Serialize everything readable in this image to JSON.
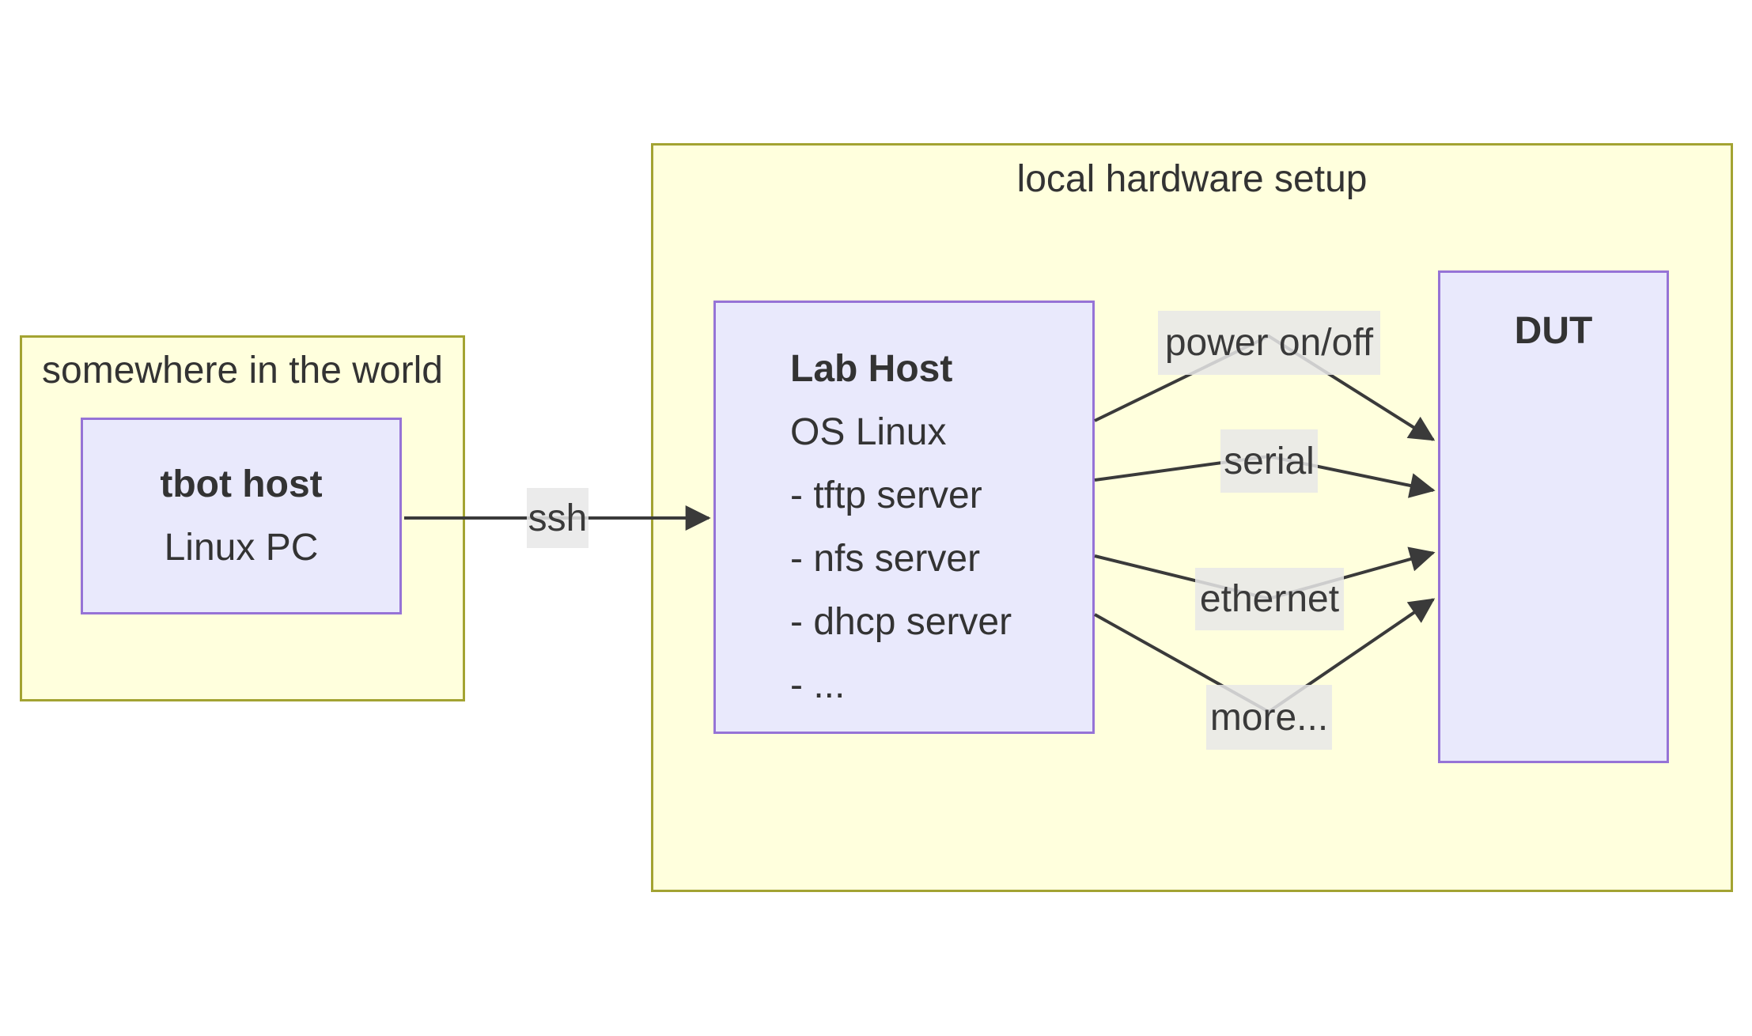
{
  "world_group": {
    "label": "somewhere in the world"
  },
  "tbot": {
    "title": "tbot host",
    "subtitle": "Linux PC"
  },
  "local_group": {
    "label": "local hardware setup"
  },
  "lab_host": {
    "title": "Lab Host",
    "lines": [
      "OS Linux",
      "- tftp server",
      "- nfs server",
      "- dhcp server",
      "- ..."
    ]
  },
  "dut": {
    "title": "DUT"
  },
  "edge_labels": {
    "ssh": "ssh",
    "power": "power on/off",
    "serial": "serial",
    "ethernet": "ethernet",
    "more": "more..."
  },
  "colors": {
    "group_fill": "#ffffdd",
    "group_border": "#a3a332",
    "node_fill": "#e9e9fc",
    "node_border": "#9673d6",
    "edge": "#3a3a3a",
    "edge_label_bg": "#e8e8e8",
    "text": "#333333"
  }
}
